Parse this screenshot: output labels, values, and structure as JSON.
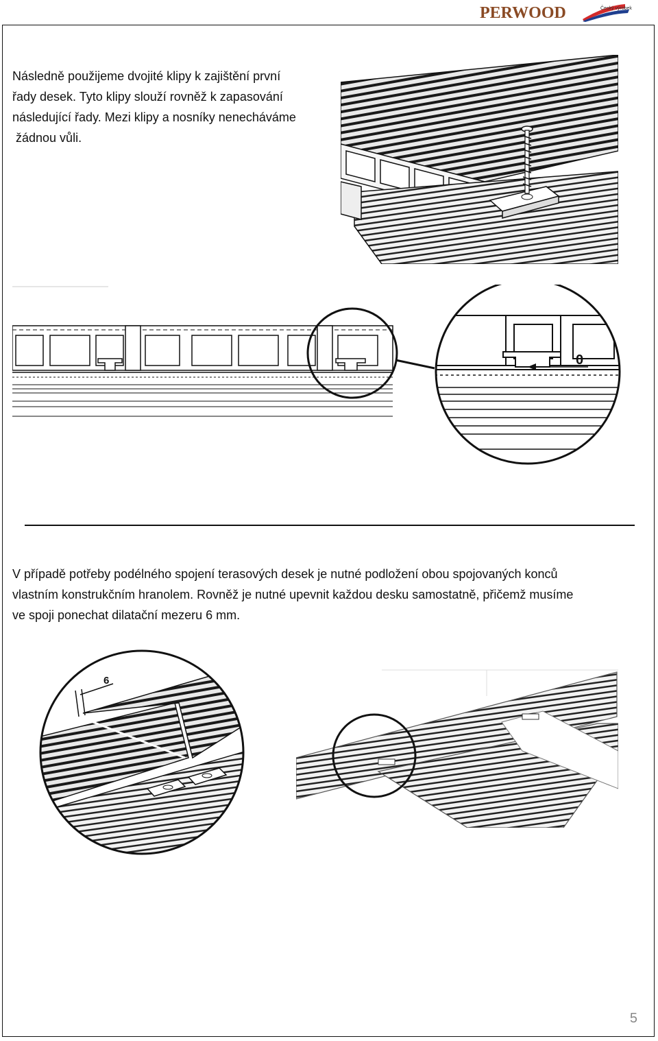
{
  "brand": {
    "name": "PERWOOD",
    "tagline": "Český výrobek"
  },
  "section1": {
    "lines": [
      "Následně použijeme dvojité klipy k zajištění první",
      "řady desek. Tyto klipy slouží rovněž k zapasování",
      "následující řady. Mezi klipy a nosníky nenecháváme",
      " žádnou vůli."
    ],
    "gap_label": "0"
  },
  "section2": {
    "lines": [
      "V případě potřeby podélného spojení terasových desek je nutné podložení obou spojovaných konců",
      "vlastním konstrukčním hranolem. Rovněž je nutné upevnit každou desku samostatně, přičemž musíme",
      "ve spoji ponechat dilatační mezeru 6 mm."
    ],
    "gap_label": "6"
  },
  "page": {
    "number": "5"
  },
  "colors": {
    "text": "#111111",
    "logo_brown": "#8a4a24",
    "flag_red": "#d42a2a",
    "flag_blue": "#1f3f8f",
    "page_number": "#888888"
  }
}
